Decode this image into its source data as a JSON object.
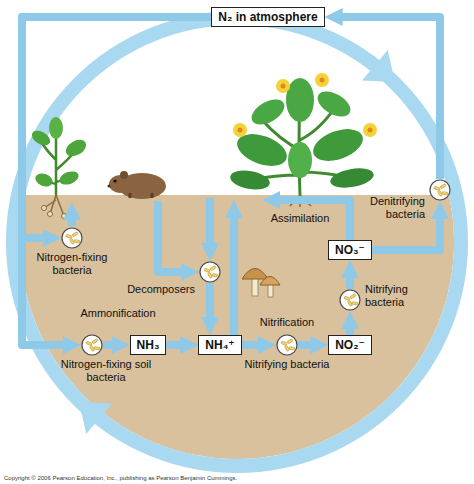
{
  "diagram": {
    "nodes": [
      {
        "text": [
          "N₂ in atmosphere"
        ]
      },
      {
        "text": [
          "Nitrogen-fixing bacteria"
        ]
      },
      {
        "text": [
          "Decomposers"
        ]
      },
      {
        "text": [
          "Denitrifying bacteria"
        ]
      },
      {
        "text": [
          "NO₃⁻"
        ]
      },
      {
        "text": [
          "Nitrifying bacteria"
        ]
      },
      {
        "text": [
          "NH₃"
        ]
      },
      {
        "text": [
          "NH₄⁺"
        ]
      },
      {
        "text": [
          "NO₂⁻"
        ]
      },
      {
        "text": [
          "Nitrogen-fixing soil bacteria"
        ]
      },
      {
        "text": [
          "Nitrifying bacteria"
        ]
      }
    ],
    "edges": [
      {
        "from": 0,
        "to": 1,
        "arrow": "to"
      },
      {
        "from": 0,
        "to": 9,
        "arrow": "to"
      },
      {
        "from": 9,
        "to": 6,
        "arrow": "to"
      },
      {
        "from": 6,
        "to": 7,
        "arrow": "to"
      },
      {
        "from": 2,
        "to": 7,
        "arrow": "to"
      },
      {
        "from": 7,
        "to": 10,
        "arrow": "to"
      },
      {
        "from": 10,
        "to": 8,
        "arrow": "to"
      },
      {
        "from": 8,
        "to": 5,
        "arrow": "to"
      },
      {
        "from": 5,
        "to": 4,
        "arrow": "to"
      },
      {
        "from": 4,
        "to": 3,
        "arrow": "to"
      },
      {
        "from": 3,
        "to": 0,
        "arrow": "to"
      }
    ],
    "labels": [
      "Assimilation",
      "Ammonification",
      "Nitrification",
      "Copyright © 2006 Pearson Education, Inc., publishing as Pearson Benjamin Cummings."
    ]
  }
}
